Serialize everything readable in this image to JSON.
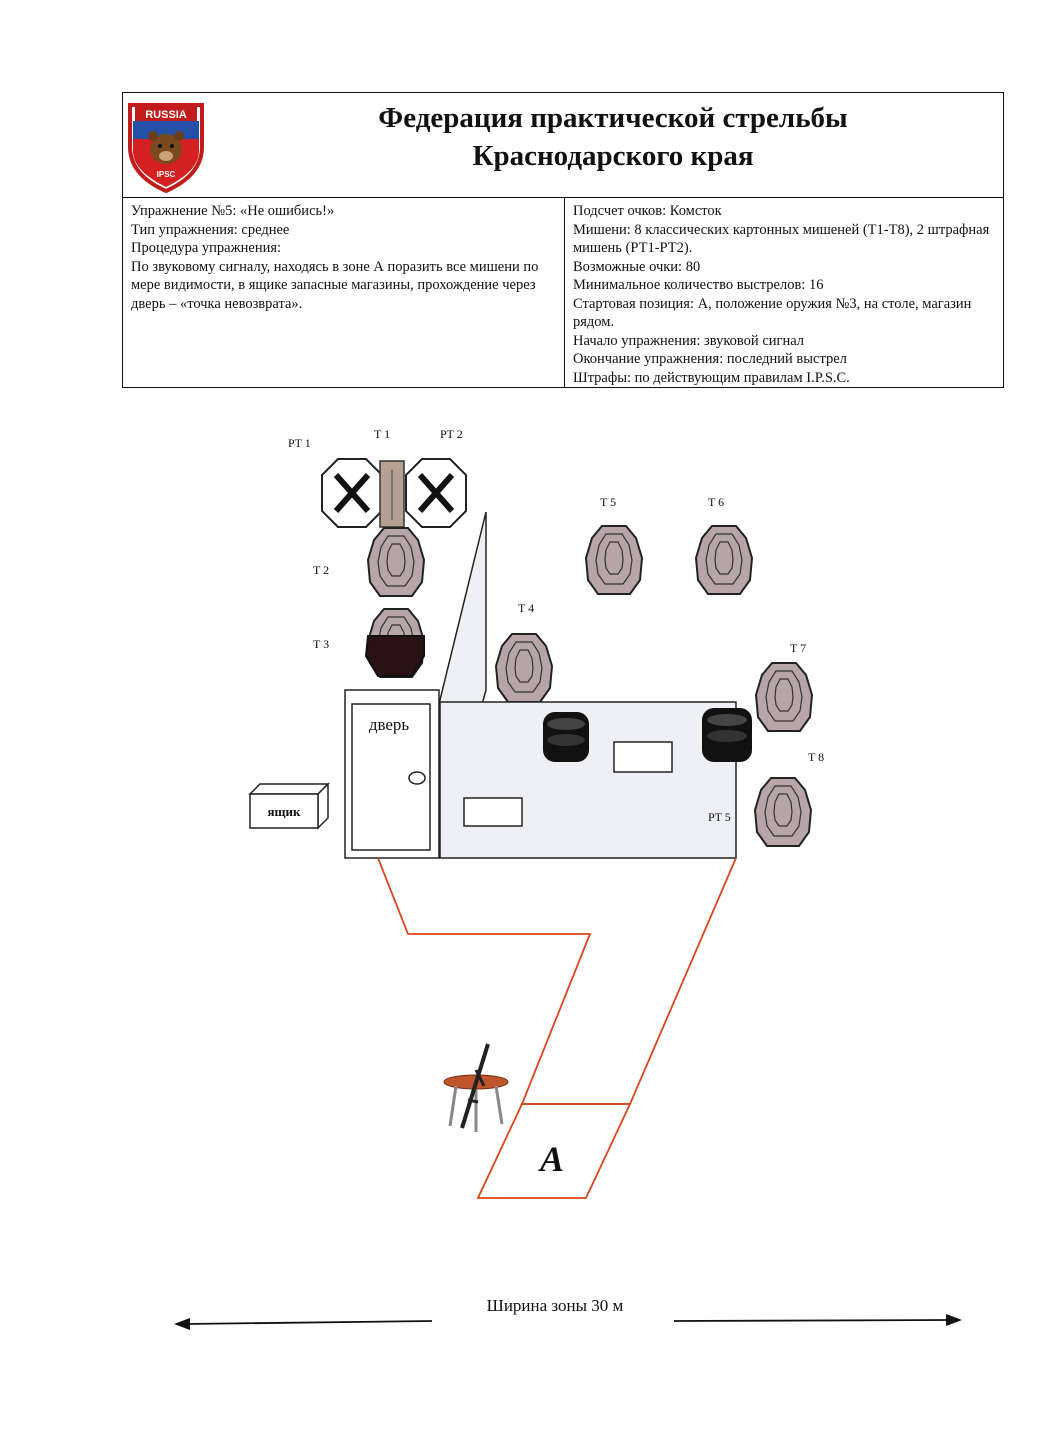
{
  "header": {
    "title_line1": "Федерация практической стрельбы",
    "title_line2": "Краснодарского края",
    "logo_text_top": "RUSSIA",
    "logo_text_bottom": "IPSC"
  },
  "left_column": [
    "Упражнение №5: «Не ошибись!»",
    "Тип упражнения: среднее",
    "Процедура упражнения:",
    "По звуковому сигналу, находясь в зоне А поразить все мишени по мере видимости, в ящике запасные магазины, прохождение через дверь – «точка невозврата»."
  ],
  "right_column": [
    "Подсчет очков: Комсток",
    "Мишени: 8 классических картонных мишеней (Т1-Т8), 2 штрафная мишень (РТ1-РТ2).",
    "Возможные очки: 80",
    "Минимальное количество выстрелов: 16",
    "Стартовая позиция: А, положение оружия №3, на столе, магазин рядом.",
    "Начало упражнения: звуковой сигнал",
    "Окончание упражнения: последний выстрел",
    "Штрафы: по действующим правилам I.P.S.C."
  ],
  "diagram": {
    "labels": {
      "pt1": "PT 1",
      "t1": "T 1",
      "pt2": "PT 2",
      "t2": "T 2",
      "t3": "T 3",
      "t4": "T 4",
      "t5": "T 5",
      "t6": "T 6",
      "t7": "T 7",
      "t8": "T 8",
      "pt5": "PT 5",
      "door": "дверь",
      "box": "ящик",
      "zone_a": "A"
    },
    "width_label": "Ширина зоны 30 м"
  },
  "colors": {
    "target_fill": "#b8a5a8",
    "target_dark": "#2a1214",
    "zone_line": "#d9461c",
    "wall_fill": "#eef0f6"
  }
}
